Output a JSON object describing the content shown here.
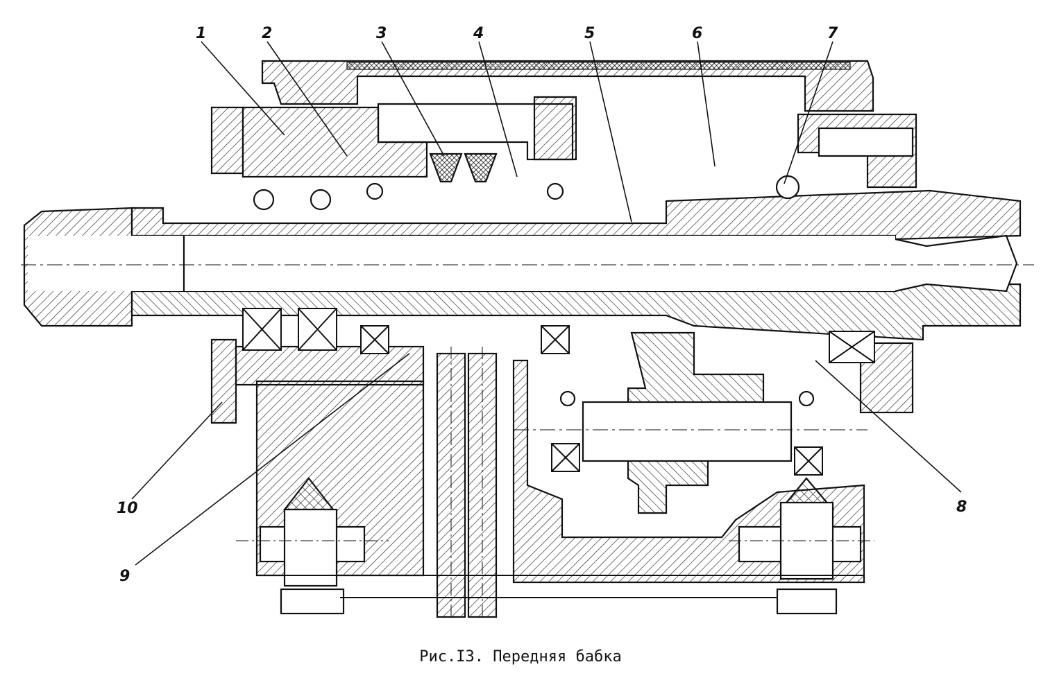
{
  "caption": "Рис.I3. Передняя бабка",
  "callouts": [
    "1",
    "2",
    "3",
    "4",
    "5",
    "6",
    "7",
    "8",
    "9",
    "10"
  ]
}
